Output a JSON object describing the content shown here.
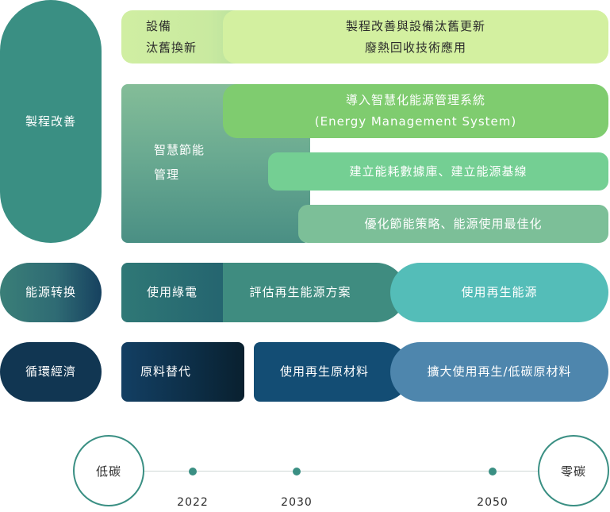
{
  "categories": {
    "process": "製程改善",
    "energy": "能源转换",
    "circular": "循環經濟"
  },
  "row_process": {
    "equipment_line1": "設備",
    "equipment_line2": "汰舊換新",
    "improve_line1": "製程改善與設備汰舊更新",
    "improve_line2": "廢熱回收技術應用"
  },
  "row_smart": {
    "smart_line1": "智慧節能",
    "smart_line2": "管理",
    "ems_line1": "導入智慧化能源管理系統",
    "ems_line2": "(Energy Management System)",
    "database": "建立能耗數據庫、建立能源基線",
    "optimize": "優化節能策略、能源使用最佳化"
  },
  "row_energy": {
    "green_power": "使用綠電",
    "assess": "評估再生能源方案",
    "use_renewable": "使用再生能源"
  },
  "row_circular": {
    "raw_replace": "原料替代",
    "renew_material": "使用再生原材料",
    "expand": "擴大使用再生/低碳原材料"
  },
  "timeline": {
    "start": "低碳",
    "end": "零碳",
    "years": [
      "2022",
      "2030",
      "2050"
    ]
  },
  "colors": {
    "teal": "#3a8f83",
    "light_green": "#d3f0a0",
    "green": "#7fcc6f",
    "navy": "#113652",
    "sky": "#4e86ad"
  }
}
